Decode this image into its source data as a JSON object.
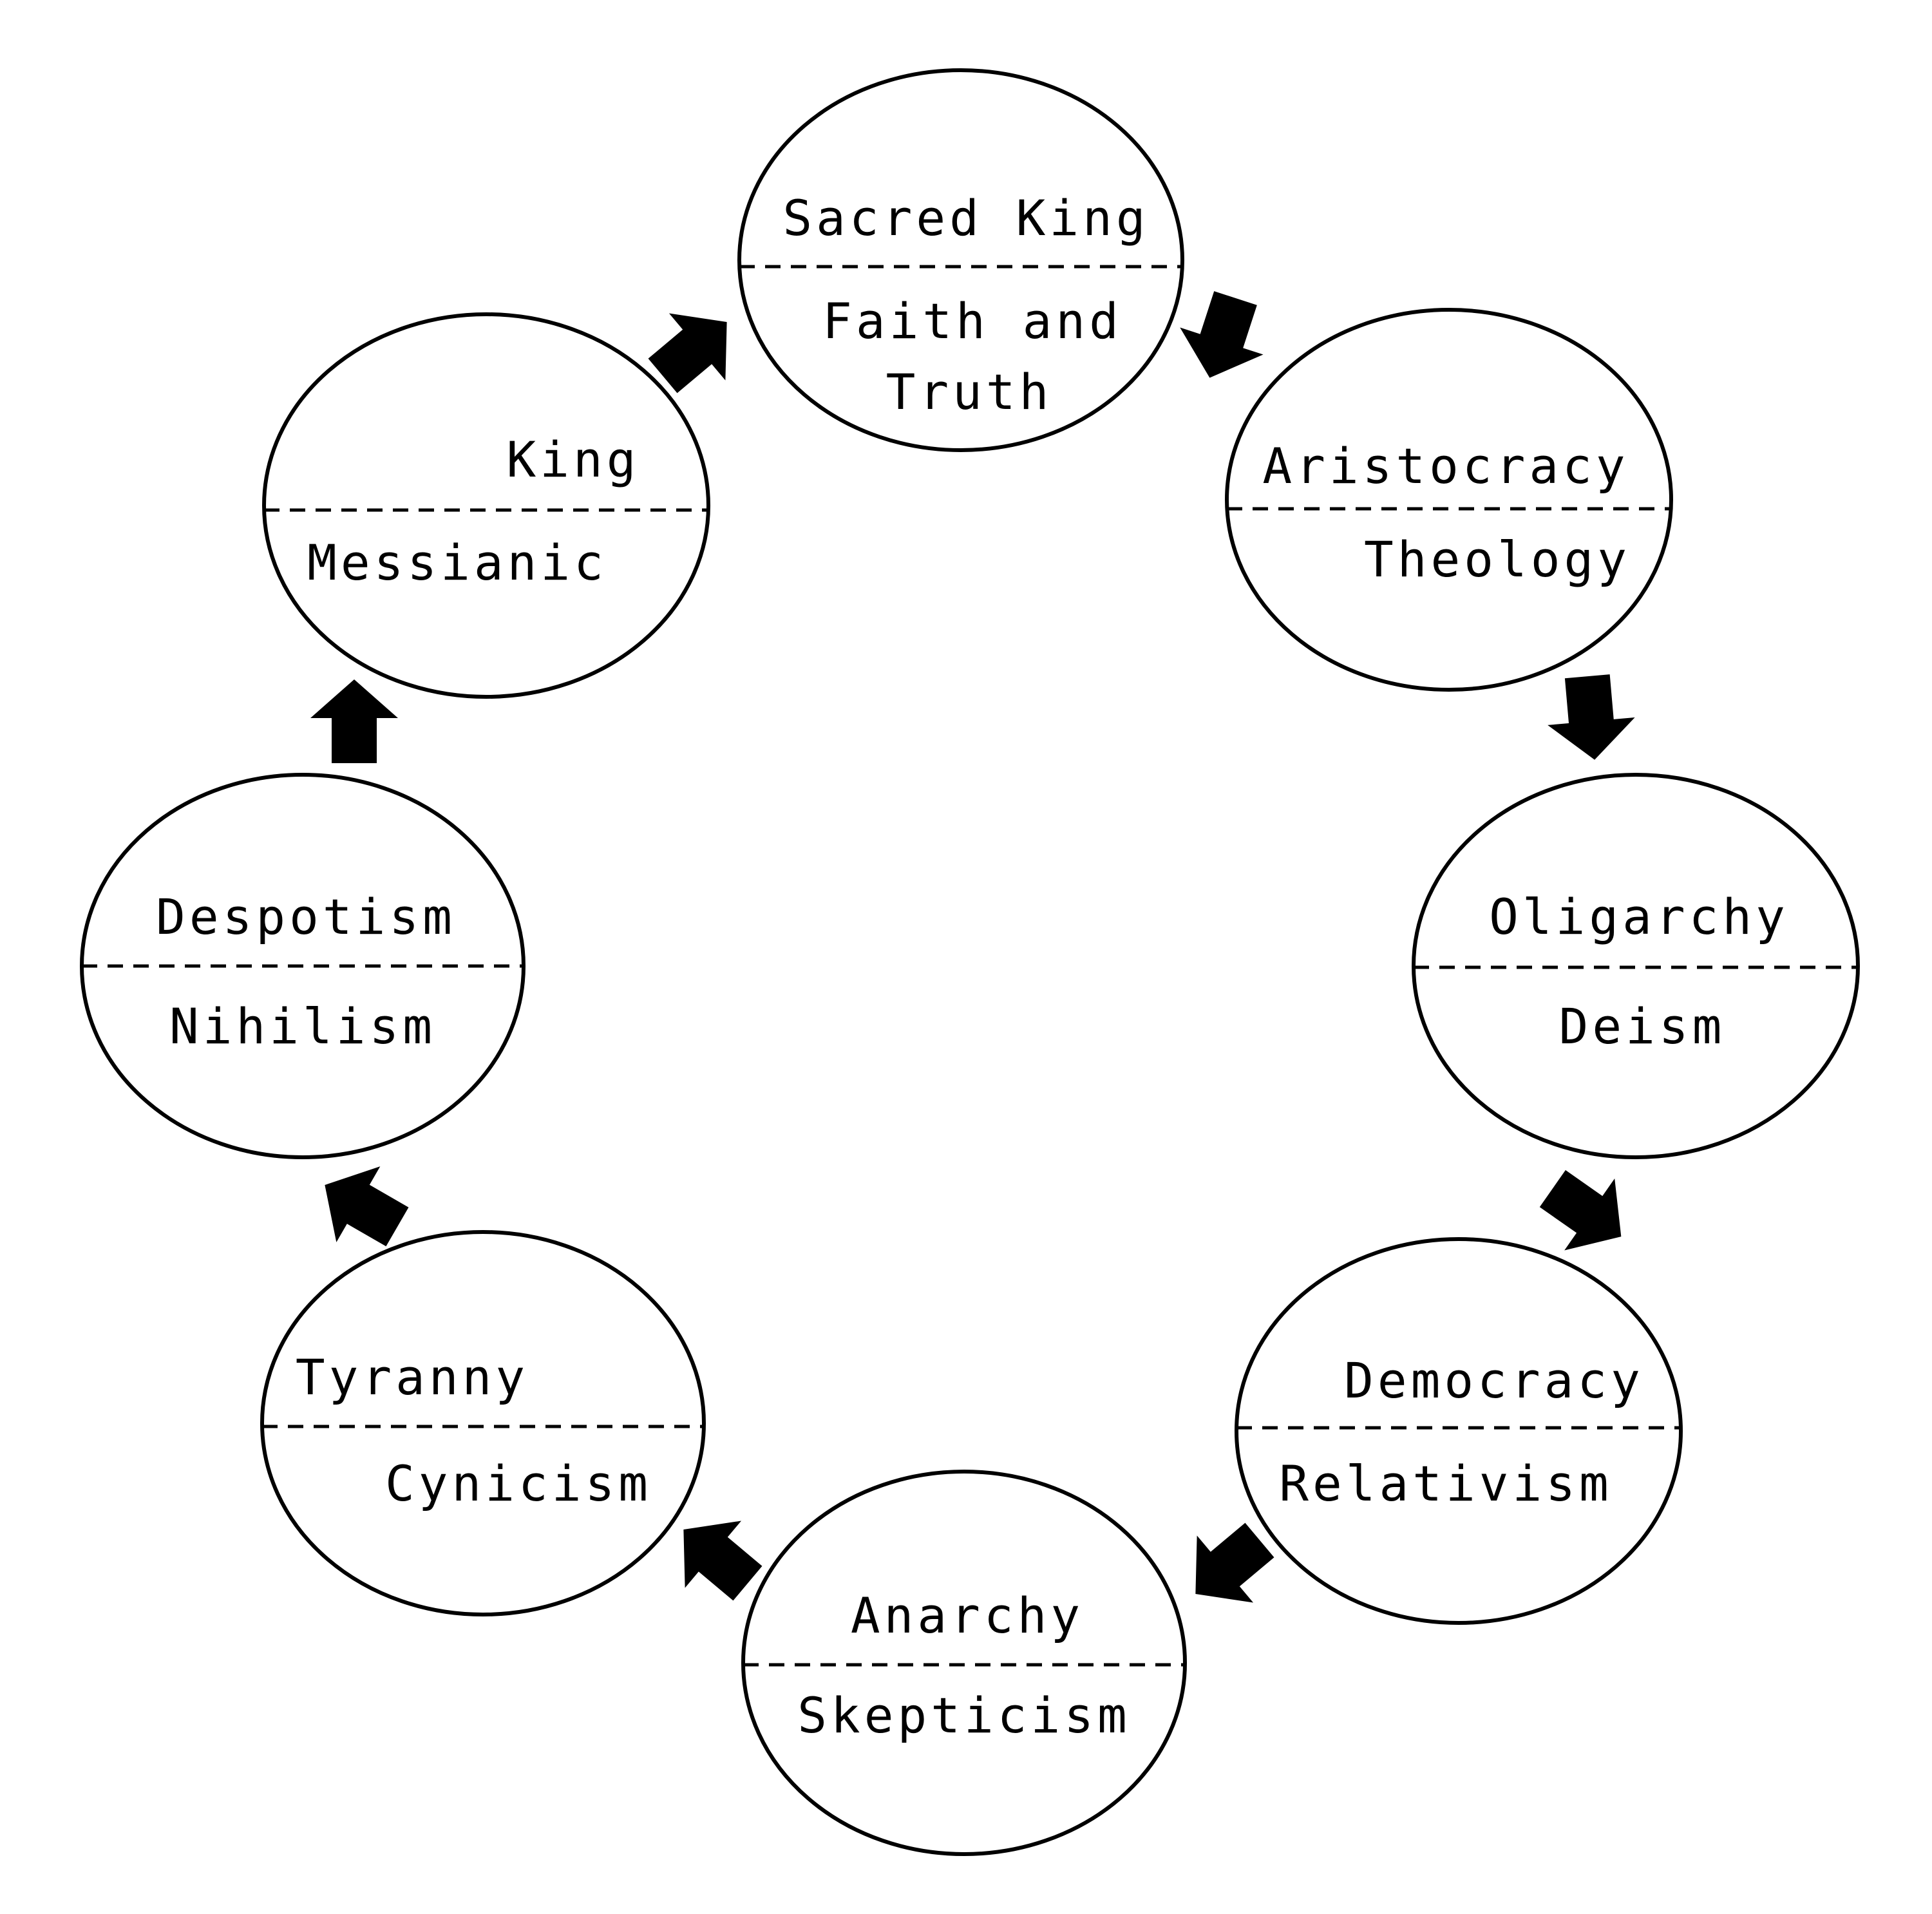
{
  "nodes": [
    {
      "id": "sacred-king",
      "upper": [
        "Sacred King"
      ],
      "lower": [
        "Faith and",
        "Truth"
      ]
    },
    {
      "id": "aristocracy",
      "upper": [
        "Aristocracy"
      ],
      "lower": [
        "Theology"
      ]
    },
    {
      "id": "oligarchy",
      "upper": [
        "Oligarchy"
      ],
      "lower": [
        "Deism"
      ]
    },
    {
      "id": "democracy",
      "upper": [
        "Democracy"
      ],
      "lower": [
        "Relativism"
      ]
    },
    {
      "id": "anarchy",
      "upper": [
        "Anarchy"
      ],
      "lower": [
        "Skepticism"
      ]
    },
    {
      "id": "tyranny",
      "upper": [
        "Tyranny"
      ],
      "lower": [
        "Cynicism"
      ]
    },
    {
      "id": "despotism",
      "upper": [
        "Despotism"
      ],
      "lower": [
        "Nihilism"
      ]
    },
    {
      "id": "king",
      "upper": [
        "King"
      ],
      "lower": [
        "Messianic"
      ]
    }
  ],
  "colors": {
    "stroke": "#000000",
    "background": "#ffffff"
  }
}
